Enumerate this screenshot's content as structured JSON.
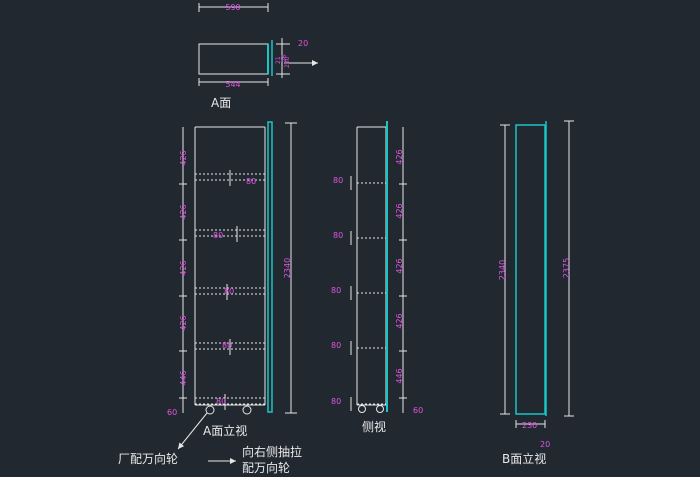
{
  "colors": {
    "background": "#212830",
    "line": "#e6e6e6",
    "dimension": "#e055e0",
    "panel": "#19c6c6",
    "label": "#e8e8e8"
  },
  "top_view": {
    "caption": "A面",
    "dim_width": "590",
    "dim_inner": "544",
    "dim_side": "20",
    "dim_a": "21",
    "dim_b": "26",
    "dim_c": "280"
  },
  "front_view": {
    "caption": "A面立视",
    "left_dims": [
      "426",
      "426",
      "426",
      "426",
      "446",
      "60"
    ],
    "shelf_dims": [
      "80",
      "80",
      "80",
      "80",
      "80"
    ],
    "total_height": "2340"
  },
  "side_view": {
    "caption": "侧视",
    "left_dims": [
      "80",
      "80",
      "80",
      "80",
      "80"
    ],
    "right_dims": [
      "426",
      "426",
      "426",
      "426",
      "446",
      "60"
    ]
  },
  "back_view": {
    "caption": "B面立视",
    "height_inner": "2340",
    "height_outer": "2375",
    "dim_width": "230",
    "dim_side": "20"
  },
  "notes": {
    "note1": "厂配万向轮",
    "note2_line1": "向右侧抽拉",
    "note2_line2": "配万向轮"
  }
}
